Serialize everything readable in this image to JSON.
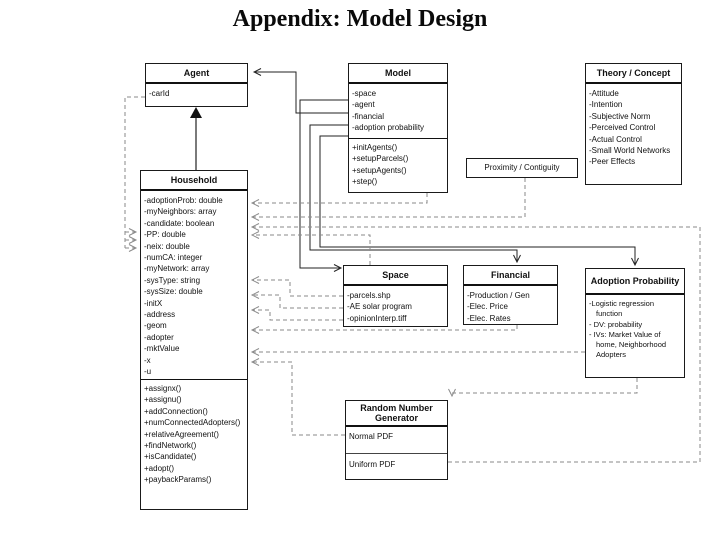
{
  "title": "Appendix: Model Design",
  "classes": [
    {
      "id": "agent",
      "name": "Agent",
      "attributes": [
        "-carId"
      ],
      "methods": []
    },
    {
      "id": "model",
      "name": "Model",
      "attributes": [
        "-space",
        "-agent",
        "-financial",
        "-adoption probability"
      ],
      "methods": [
        "+initAgents()",
        "+setupParcels()",
        "+setupAgents()",
        "+step()"
      ]
    },
    {
      "id": "theory",
      "name": "Theory / Concept",
      "attributes": [
        "-Attitude",
        "-Intention",
        "-Subjective Norm",
        "-Perceived Control",
        "-Actual Control",
        "-Small World Networks",
        "-Peer Effects"
      ],
      "methods": []
    },
    {
      "id": "household",
      "name": "Household",
      "attributes": [
        "-adoptionProb: double",
        "-myNeighbors: array",
        "-candidate: boolean",
        "-PP: double",
        "-neix: double",
        "-numCA: integer",
        "-myNetwork: array",
        "-sysType: string",
        "-sysSize: double",
        "-initX",
        "-address",
        "-geom",
        "-adopter",
        "-mktValue",
        "-x",
        "-u"
      ],
      "methods": [
        "+assignx()",
        "+assignu()",
        "+addConnection()",
        "+numConnectedAdopters()",
        "+relativeAgreement()",
        "+findNetwork()",
        "+isCandidate()",
        "+adopt()",
        "+paybackParams()"
      ]
    },
    {
      "id": "proximity",
      "name": "Proximity / Contiguity",
      "attributes": [],
      "methods": []
    },
    {
      "id": "space",
      "name": "Space",
      "attributes": [
        "-parcels.shp",
        "-AE solar program",
        "-opinionInterp.tiff"
      ],
      "methods": []
    },
    {
      "id": "financial",
      "name": "Financial",
      "attributes": [
        "-Production / Gen",
        "-Elec. Price",
        "-Elec. Rates"
      ],
      "methods": []
    },
    {
      "id": "adoption",
      "name": "Adoption Probability",
      "attributes": [
        "-Logistic regression function",
        "-  DV: probability",
        "-  IVs: Market Value of home, Neighborhood Adopters"
      ],
      "methods": []
    },
    {
      "id": "rng",
      "name": "Random Number Generator",
      "attributes": [
        "Normal PDF"
      ],
      "methods": [
        "Uniform PDF"
      ]
    }
  ]
}
